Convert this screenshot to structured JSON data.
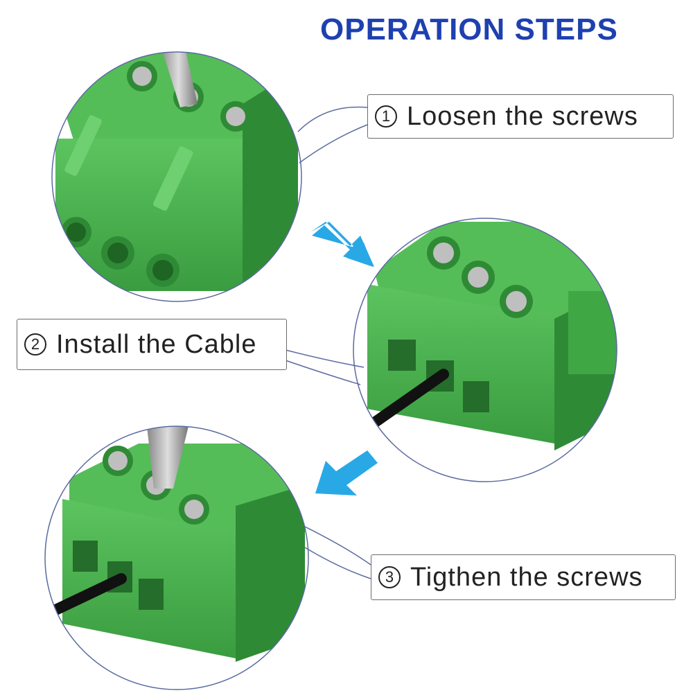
{
  "title": "OPERATION STEPS",
  "colors": {
    "title": "#1e40b0",
    "arrow": "#29a8e6",
    "terminal_green": "#3fa845",
    "terminal_dark": "#2d7f33",
    "terminal_light": "#5cc45f",
    "callout_line": "#5a6aa0",
    "cable": "#111111"
  },
  "steps": [
    {
      "number": "1",
      "label": "Loosen the screws"
    },
    {
      "number": "2",
      "label": "Install the Cable"
    },
    {
      "number": "3",
      "label": "Tigthen the screws"
    }
  ],
  "icons": {
    "arrow_1": "arrow-down-right-icon",
    "arrow_2": "arrow-down-left-icon"
  }
}
